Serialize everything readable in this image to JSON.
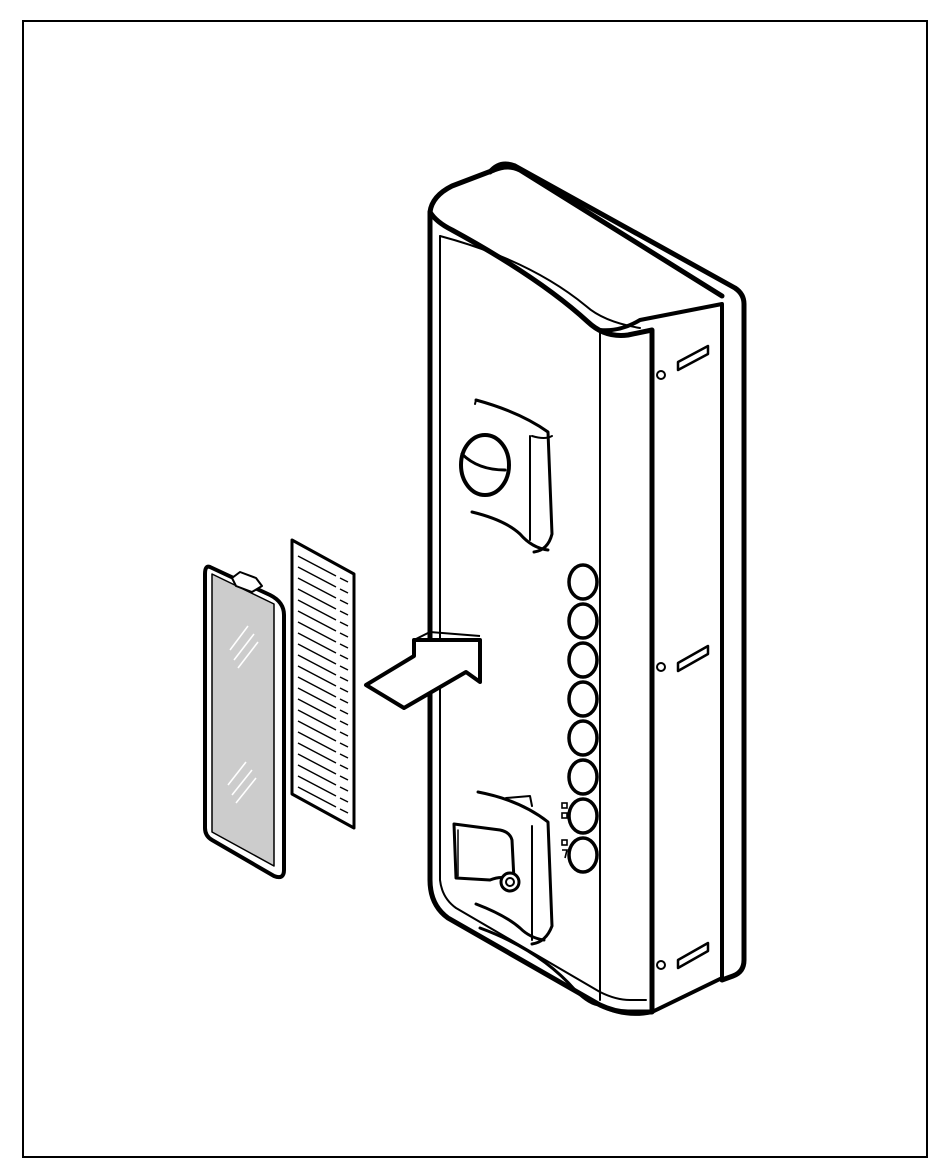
{
  "figure": {
    "components": [
      {
        "name": "wall-unit",
        "icon": "intercom-panel-icon"
      },
      {
        "name": "cover-plate",
        "icon": "transparent-cover-icon"
      },
      {
        "name": "label-strip",
        "icon": "name-label-card-icon"
      },
      {
        "name": "insert-arrow",
        "icon": "arrow-right-icon"
      }
    ],
    "button_count": 8,
    "colors": {
      "line": "#000000",
      "cover_fill": "#cccccc",
      "background": "#ffffff"
    }
  }
}
